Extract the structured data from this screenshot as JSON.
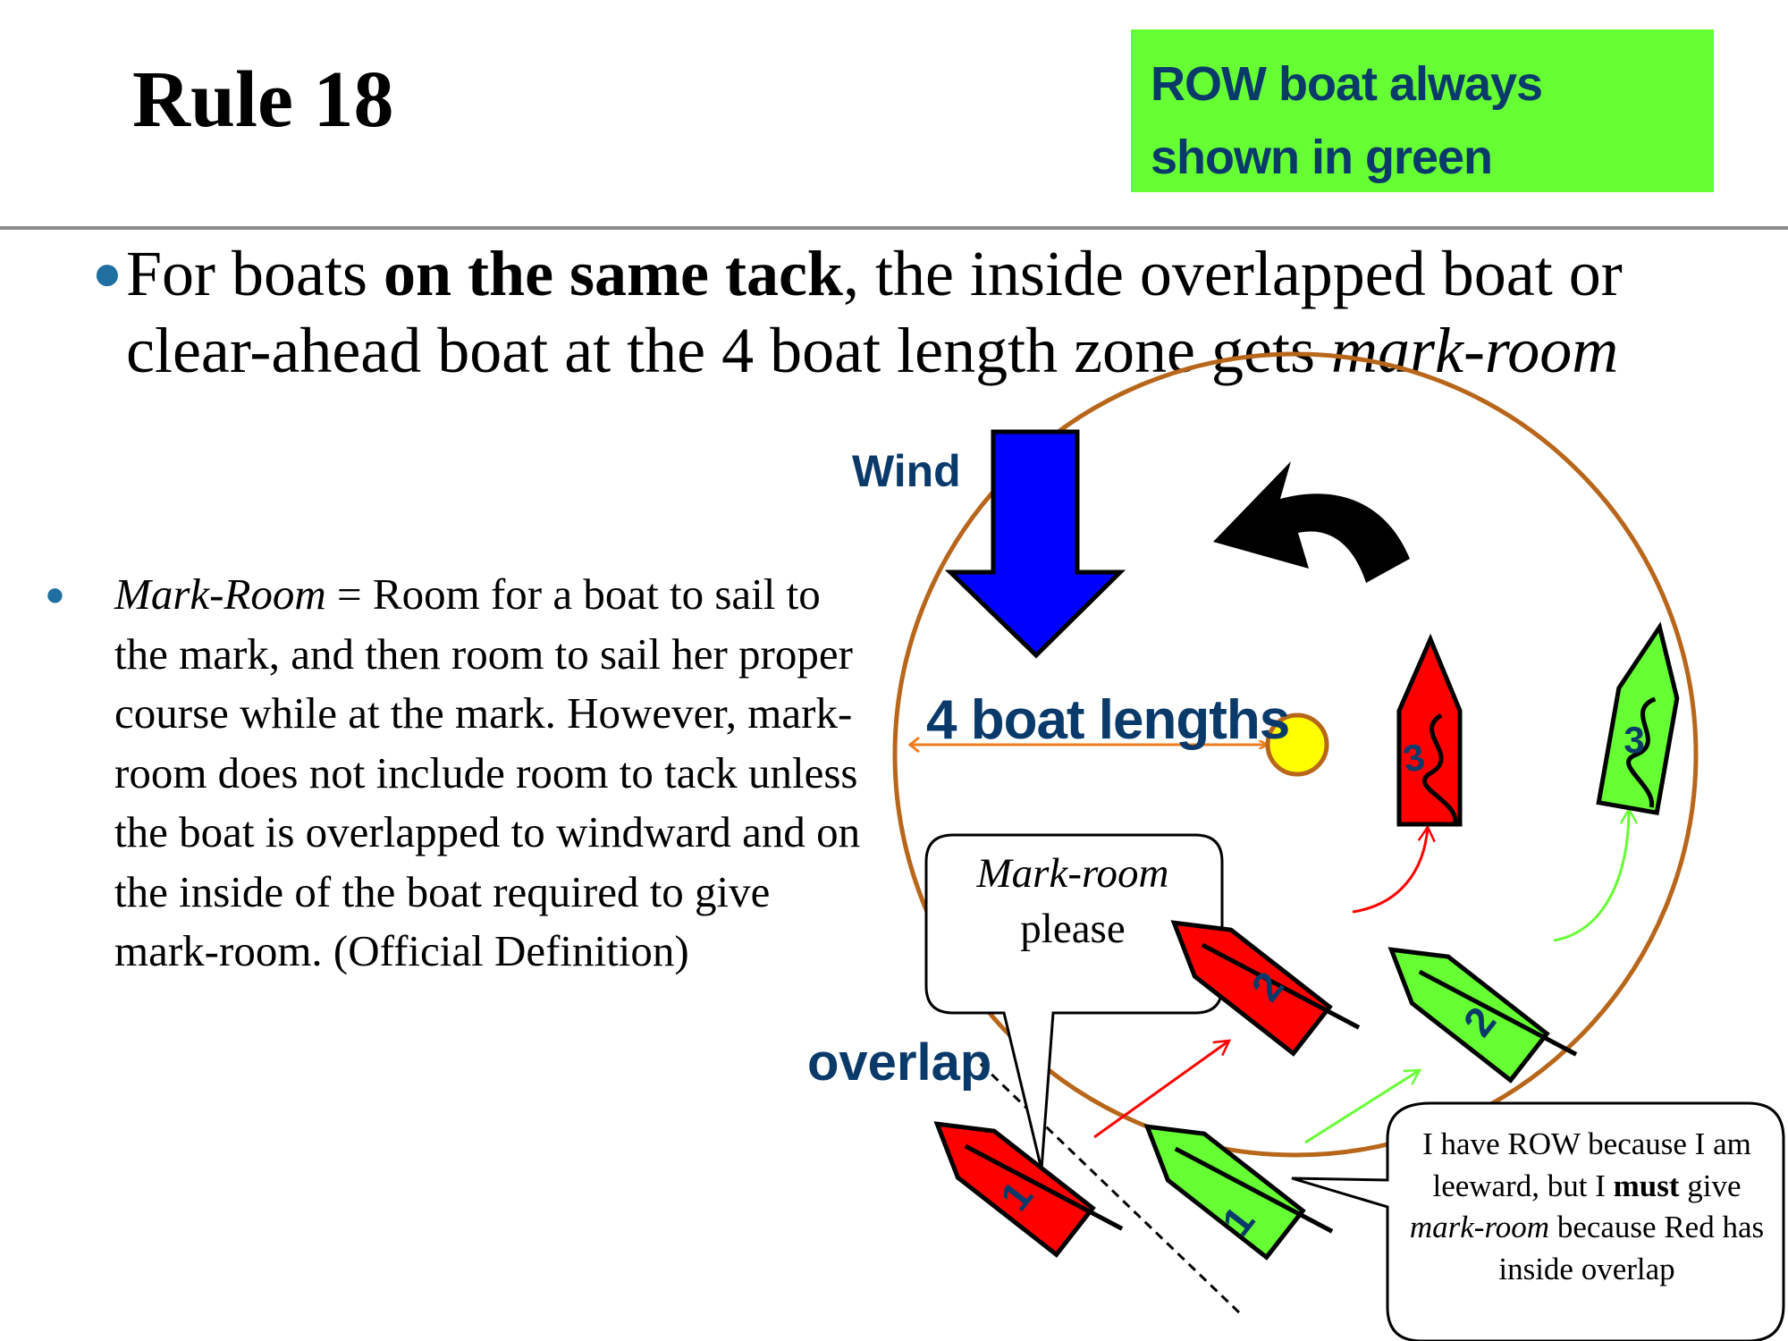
{
  "title": "Rule 18",
  "note": "ROW boat always shown in green",
  "bullet1": {
    "part1": "For boats ",
    "bold": "on the same tack",
    "part2": ", the inside overlapped boat or clear-ahead boat at the 4 boat length zone gets ",
    "italic": "mark-room"
  },
  "bullet2": {
    "term": "Mark-Room",
    "definition": " = Room for a boat to sail to the mark, and then room to sail her proper course while at the mark. However, mark-room does not include room to tack unless the boat is overlapped to windward and on the inside of the boat required to give mark-room.  (Official Definition)"
  },
  "diagram": {
    "wind_label": "Wind",
    "zone_label": "4 boat lengths",
    "overlap_label": "overlap",
    "callout_red": {
      "italic": "Mark-room",
      "text": "please"
    },
    "callout_green": {
      "part1": "I have ROW because I am leeward, but I ",
      "bold": "must",
      "part2": " give ",
      "italic": "mark-room",
      "part3": " because Red has inside overlap"
    },
    "boats": {
      "red": [
        "1",
        "2",
        "3"
      ],
      "green": [
        "1",
        "2",
        "3"
      ]
    },
    "colors": {
      "red_boat": "#ff0000",
      "green_boat": "#66ff33",
      "zone_circle": "#b8661a",
      "mark": "#ffff00",
      "wind_arrow": "#0000ff",
      "label_text": "#0a3a6a"
    }
  }
}
